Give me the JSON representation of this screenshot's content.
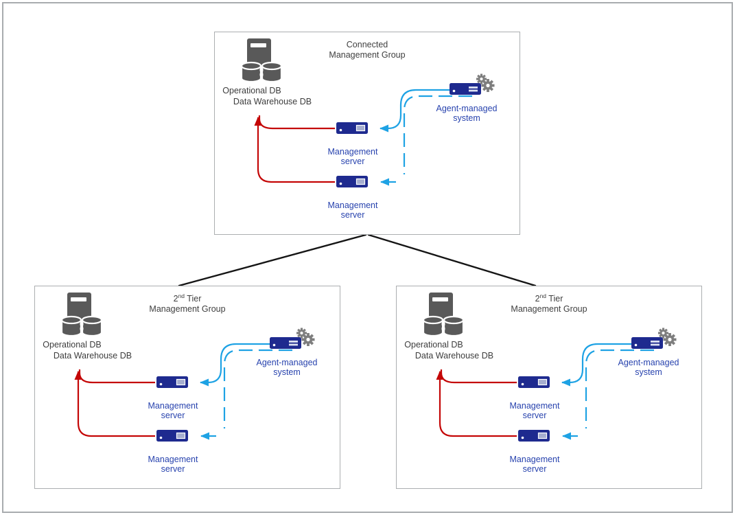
{
  "diagram_title": "Connected management groups diagram",
  "colors": {
    "server_navy": "#1e2a8f",
    "label_blue": "#2843ae",
    "arrow_red": "#c40606",
    "arrow_cyan": "#1ea2e4",
    "db_icon_gray": "#595959",
    "gear_gray": "#7e7e7e",
    "title_gray": "#3f3f3f",
    "box_border_gray": "#abaeb0",
    "connector_black": "#151515"
  },
  "icons": {
    "database": "database-icon (server tower with two db cylinders)",
    "management_server": "server-icon (navy horizontal server box)",
    "agent_managed_system": "server-with-gears-icon",
    "gears": "gears-icon"
  },
  "groups": [
    {
      "name": "connected-management-group",
      "title": {
        "line1": "Connected",
        "sup": "",
        "rest": "",
        "line2": "Management Group"
      },
      "labels": {
        "operational_db": "Operational DB",
        "data_warehouse_db": "Data Warehouse DB",
        "management_server_line1": "Management",
        "management_server_line2": "server",
        "agent_line1": "Agent-managed",
        "agent_line2": "system"
      }
    },
    {
      "name": "second-tier-management-group-left",
      "title": {
        "line1": "2",
        "sup": "nd",
        "rest": " Tier",
        "line2": "Management Group"
      },
      "labels": {
        "operational_db": "Operational DB",
        "data_warehouse_db": "Data Warehouse DB",
        "management_server_line1": "Management",
        "management_server_line2": "server",
        "agent_line1": "Agent-managed",
        "agent_line2": "system"
      }
    },
    {
      "name": "second-tier-management-group-right",
      "title": {
        "line1": "2",
        "sup": "nd",
        "rest": " Tier",
        "line2": "Management Group"
      },
      "labels": {
        "operational_db": "Operational DB",
        "data_warehouse_db": "Data Warehouse DB",
        "management_server_line1": "Management",
        "management_server_line2": "server",
        "agent_line1": "Agent-managed",
        "agent_line2": "system"
      }
    }
  ]
}
